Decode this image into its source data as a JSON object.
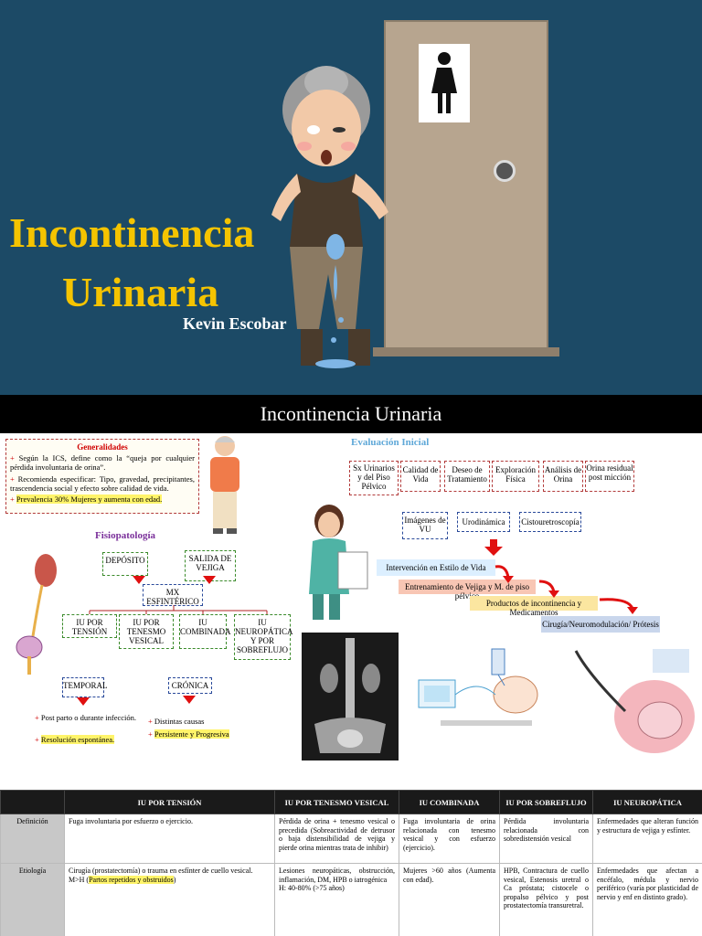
{
  "cover": {
    "title_line1": "Incontinencia",
    "title_line2": "Urinaria",
    "author": "Kevin Escobar"
  },
  "slide": {
    "title": "Incontinencia Urinaria",
    "generalidades": {
      "heading": "Generalidades",
      "items": [
        "Según la ICS, define como la “queja por cualquier pérdida involuntaria de orina”.",
        "Recomienda especificar: Tipo, gravedad, precipitantes, trascendencia social y efecto sobre calidad de vida.",
        "Prevalencia 30% Mujeres y aumenta con edad."
      ]
    },
    "fisiopatologia": {
      "heading": "Fisiopatología",
      "deposito": "DEPÓSITO",
      "salida": "SALIDA DE VEJIGA",
      "mx": "MX ESFINTÉRICO",
      "types": [
        "IU POR TENSIÓN",
        "IU POR TENESMO VESICAL",
        "IU COMBINADA",
        "IU NEUROPÁTICA Y POR SOBREFLUJO"
      ],
      "temporal": "TEMPORAL",
      "cronica": "CRÓNICA",
      "temporal_items": [
        "Post parto o durante infección.",
        "Resolución espontánea."
      ],
      "cronica_items": [
        "Distintas causas",
        "Persistente y Progresiva"
      ]
    },
    "evaluacion": {
      "heading": "Evaluación Inicial",
      "row1": [
        "Sx Urinarios y del Piso Pélvico",
        "Calidad de Vida",
        "Deseo de Tratamiento",
        "Exploración Física",
        "Análisis de Orina",
        "Orina residual post micción"
      ],
      "row2": [
        "Imágenes de VU",
        "Urodinámica",
        "Cistouretroscopía"
      ]
    },
    "tratamiento": [
      "Intervención en Estilo de Vida",
      "Entrenamiento de Vejiga y M. de piso pélvico",
      "Productos de incontinencia y Medicamentos",
      "Cirugía/Neuromodulación/ Prótesis"
    ]
  },
  "table": {
    "headers": [
      "",
      "IU POR TENSIÓN",
      "IU POR TENESMO VESICAL",
      "IU COMBINADA",
      "IU POR SOBREFLUJO",
      "IU NEUROPÁTICA"
    ],
    "rows": [
      {
        "label": "Definición",
        "cells": [
          "Fuga involuntaria por esfuerzo o ejercicio.",
          "Pérdida de orina + tenesmo vesical o precedida (Sobreactividad de detrusor o baja distensibilidad de vejiga y pierde orina mientras trata de inhibir)",
          "Fuga involuntaria de orina relacionada con tenesmo vesical y con esfuerzo (ejercicio).",
          "Pérdida involuntaria relacionada con sobredistensión vesical",
          "Enfermedades que alteran función y estructura de vejiga y esfínter."
        ]
      },
      {
        "label": "Etiología",
        "cells": [
          "Cirugía (prostatectomía) o trauma en esfínter de cuello vesical.",
          "Lesiones neuropáticas, obstrucción, inflamación, DM, HPB o iatrogénica",
          "Mujeres >60 años (Aumenta con edad).",
          "HPB, Contractura de cuello vesical, Estenosis uretral o Ca próstata; cistocele o propalso pélvico y post prostatectomía transuretral.",
          "Enfermedades que afectan a encéfalo, médula y nervio periférico (varía por plasticidad de nervio y enf en distinto grado)."
        ],
        "extra_tension": "M>H (",
        "extra_tension_hl": "Partos repetidos y obstruidos",
        "extra_tenesmo": "H: 40-80% (>75 años)"
      }
    ]
  }
}
